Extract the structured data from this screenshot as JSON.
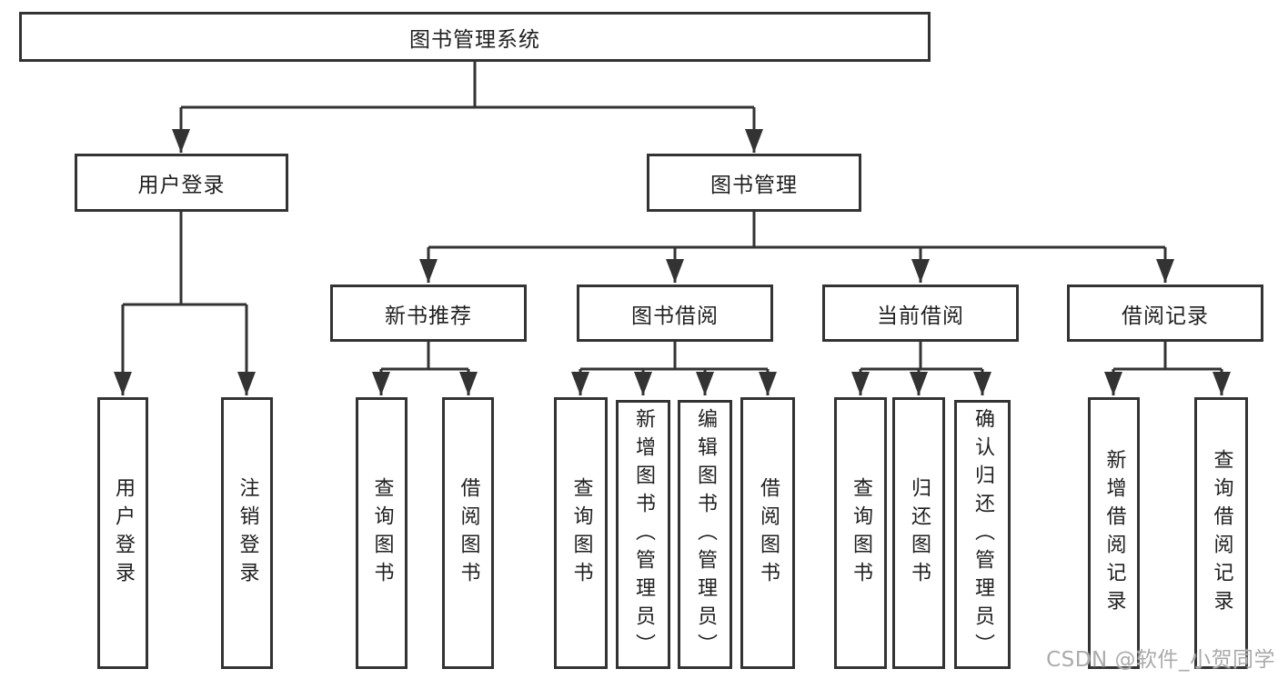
{
  "colors": {
    "line": "#333333",
    "box_border": "#333333",
    "box_background": "#ffffff",
    "text": "#1f1f1f",
    "watermark": "#ababab"
  },
  "watermark": {
    "text": "CSDN @软件_小贺同学"
  },
  "tree": {
    "root": {
      "label": "图书管理系统",
      "children": [
        {
          "label": "用户登录",
          "children": [
            {
              "label": "用户登录"
            },
            {
              "label": "注销登录"
            }
          ]
        },
        {
          "label": "图书管理",
          "children": [
            {
              "label": "新书推荐",
              "children": [
                {
                  "label": "查询图书"
                },
                {
                  "label": "借阅图书"
                }
              ]
            },
            {
              "label": "图书借阅",
              "children": [
                {
                  "label": "查询图书"
                },
                {
                  "label": "新增图书（管理员）"
                },
                {
                  "label": "编辑图书（管理员）"
                },
                {
                  "label": "借阅图书"
                }
              ]
            },
            {
              "label": "当前借阅",
              "children": [
                {
                  "label": "查询图书"
                },
                {
                  "label": "归还图书"
                },
                {
                  "label": "确认归还（管理员）"
                }
              ]
            },
            {
              "label": "借阅记录",
              "children": [
                {
                  "label": "新增借阅记录"
                },
                {
                  "label": "查询借阅记录"
                }
              ]
            }
          ]
        }
      ]
    }
  }
}
